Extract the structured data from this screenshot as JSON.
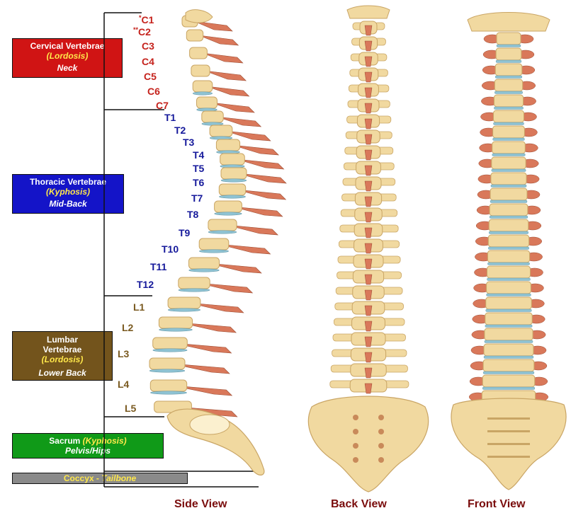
{
  "regions": {
    "cervical": {
      "name": "Cervical Vertebrae",
      "curve": "(Lordosis)",
      "area": "Neck"
    },
    "thoracic": {
      "name": "Thoracic Vertebrae",
      "curve": "(Kyphosis)",
      "area": "Mid-Back"
    },
    "lumbar": {
      "name1": "Lumbar",
      "name2": "Vertebrae",
      "curve": "(Lordosis)",
      "area": "Lower Back"
    },
    "sacrum": {
      "name": "Sacrum",
      "curve": "(Kyphosis)",
      "area": "Pelvis/Hips"
    },
    "coccyx": {
      "name": "Coccyx",
      "separator": " - ",
      "area": "Tailbone"
    }
  },
  "vertebrae": {
    "cervical": [
      {
        "marker": "*",
        "label": "C1"
      },
      {
        "marker": "**",
        "label": "C2"
      },
      {
        "marker": "",
        "label": "C3"
      },
      {
        "marker": "",
        "label": "C4"
      },
      {
        "marker": "",
        "label": "C5"
      },
      {
        "marker": "",
        "label": "C6"
      },
      {
        "marker": "",
        "label": "C7"
      }
    ],
    "thoracic": [
      "T1",
      "T2",
      "T3",
      "T4",
      "T5",
      "T6",
      "T7",
      "T8",
      "T9",
      "T10",
      "T11",
      "T12"
    ],
    "lumbar": [
      "L1",
      "L2",
      "L3",
      "L4",
      "L5"
    ]
  },
  "views": {
    "side": "Side View",
    "back": "Back View",
    "front": "Front View"
  },
  "colors": {
    "cervical_box": "#d01414",
    "thoracic_box": "#1414c8",
    "lumbar_box": "#73541c",
    "sacrum_box": "#109a18",
    "coccyx_box": "#8a8a8a",
    "bone": "#f1d9a0",
    "bone_shade": "#c9a565",
    "disc": "#8fc3d3",
    "process": "#d9785a"
  }
}
